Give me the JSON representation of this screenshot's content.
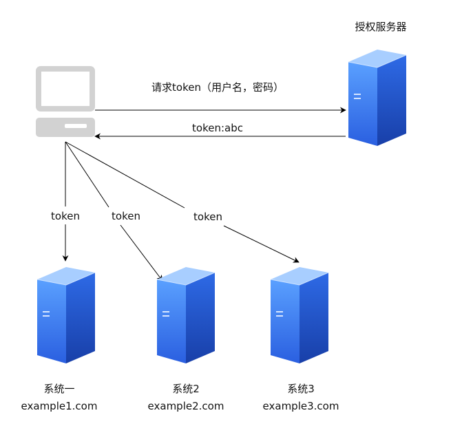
{
  "auth_server": {
    "label": "授权服务器"
  },
  "edges": {
    "request": {
      "label": "请求token（用户名，密码）"
    },
    "response": {
      "label": "token:abc"
    },
    "to_system1": {
      "label": "token"
    },
    "to_system2": {
      "label": "token"
    },
    "to_system3": {
      "label": "token"
    }
  },
  "systems": [
    {
      "name": "系统一",
      "domain": "example1.com"
    },
    {
      "name": "系统2",
      "domain": "example2.com"
    },
    {
      "name": "系统3",
      "domain": "example3.com"
    }
  ],
  "colors": {
    "server_front": "#3d7df2",
    "server_side": "#1f54c5",
    "server_top": "#9dc6ff",
    "computer_frame": "#d3d3d3",
    "computer_screen": "#ffffff",
    "edge": "#000000"
  },
  "icons": {
    "client": "computer-icon",
    "server": "server-icon"
  }
}
